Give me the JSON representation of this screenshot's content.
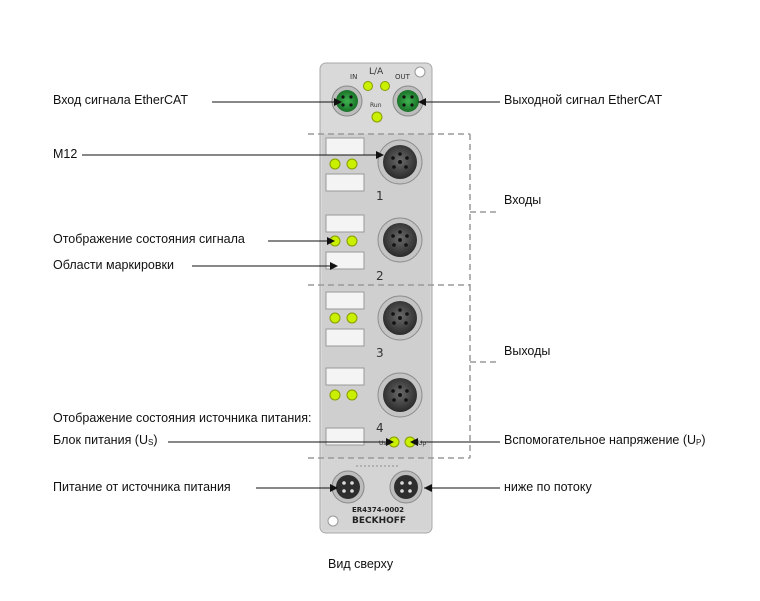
{
  "labels": {
    "ethercat_in": "Вход сигнала EtherCAT",
    "ethercat_out": "Выходной сигнал EtherCAT",
    "m12": "M12",
    "inputs": "Входы",
    "signal_status": "Отображение состояния сигнала",
    "marking_areas": "Области маркировки",
    "outputs": "Выходы",
    "power_status": "Отображение состояния источника питания:",
    "power_us_text": "Блок питания (U",
    "power_us_sub": "S",
    "aux_up_text": "Вспомогательное напряжение (U",
    "aux_up_sub": "P",
    "close_paren": ")",
    "power_supply": "Питание от источника питания",
    "downstream": "ниже по потоку",
    "caption": "Вид сверху"
  },
  "device": {
    "port_in": "IN",
    "port_out": "OUT",
    "la": "L/A",
    "run": "Run",
    "channels": [
      "1",
      "2",
      "3",
      "4"
    ],
    "model": "ER4374-0002",
    "brand": "BECKHOFF",
    "us_mark": "Us",
    "up_mark": "Up"
  },
  "colors": {
    "housing": "#d6d6d6",
    "led_green": "#c8f000",
    "bracket": "#9a9a9a",
    "port_green": "#2a8a3a"
  }
}
